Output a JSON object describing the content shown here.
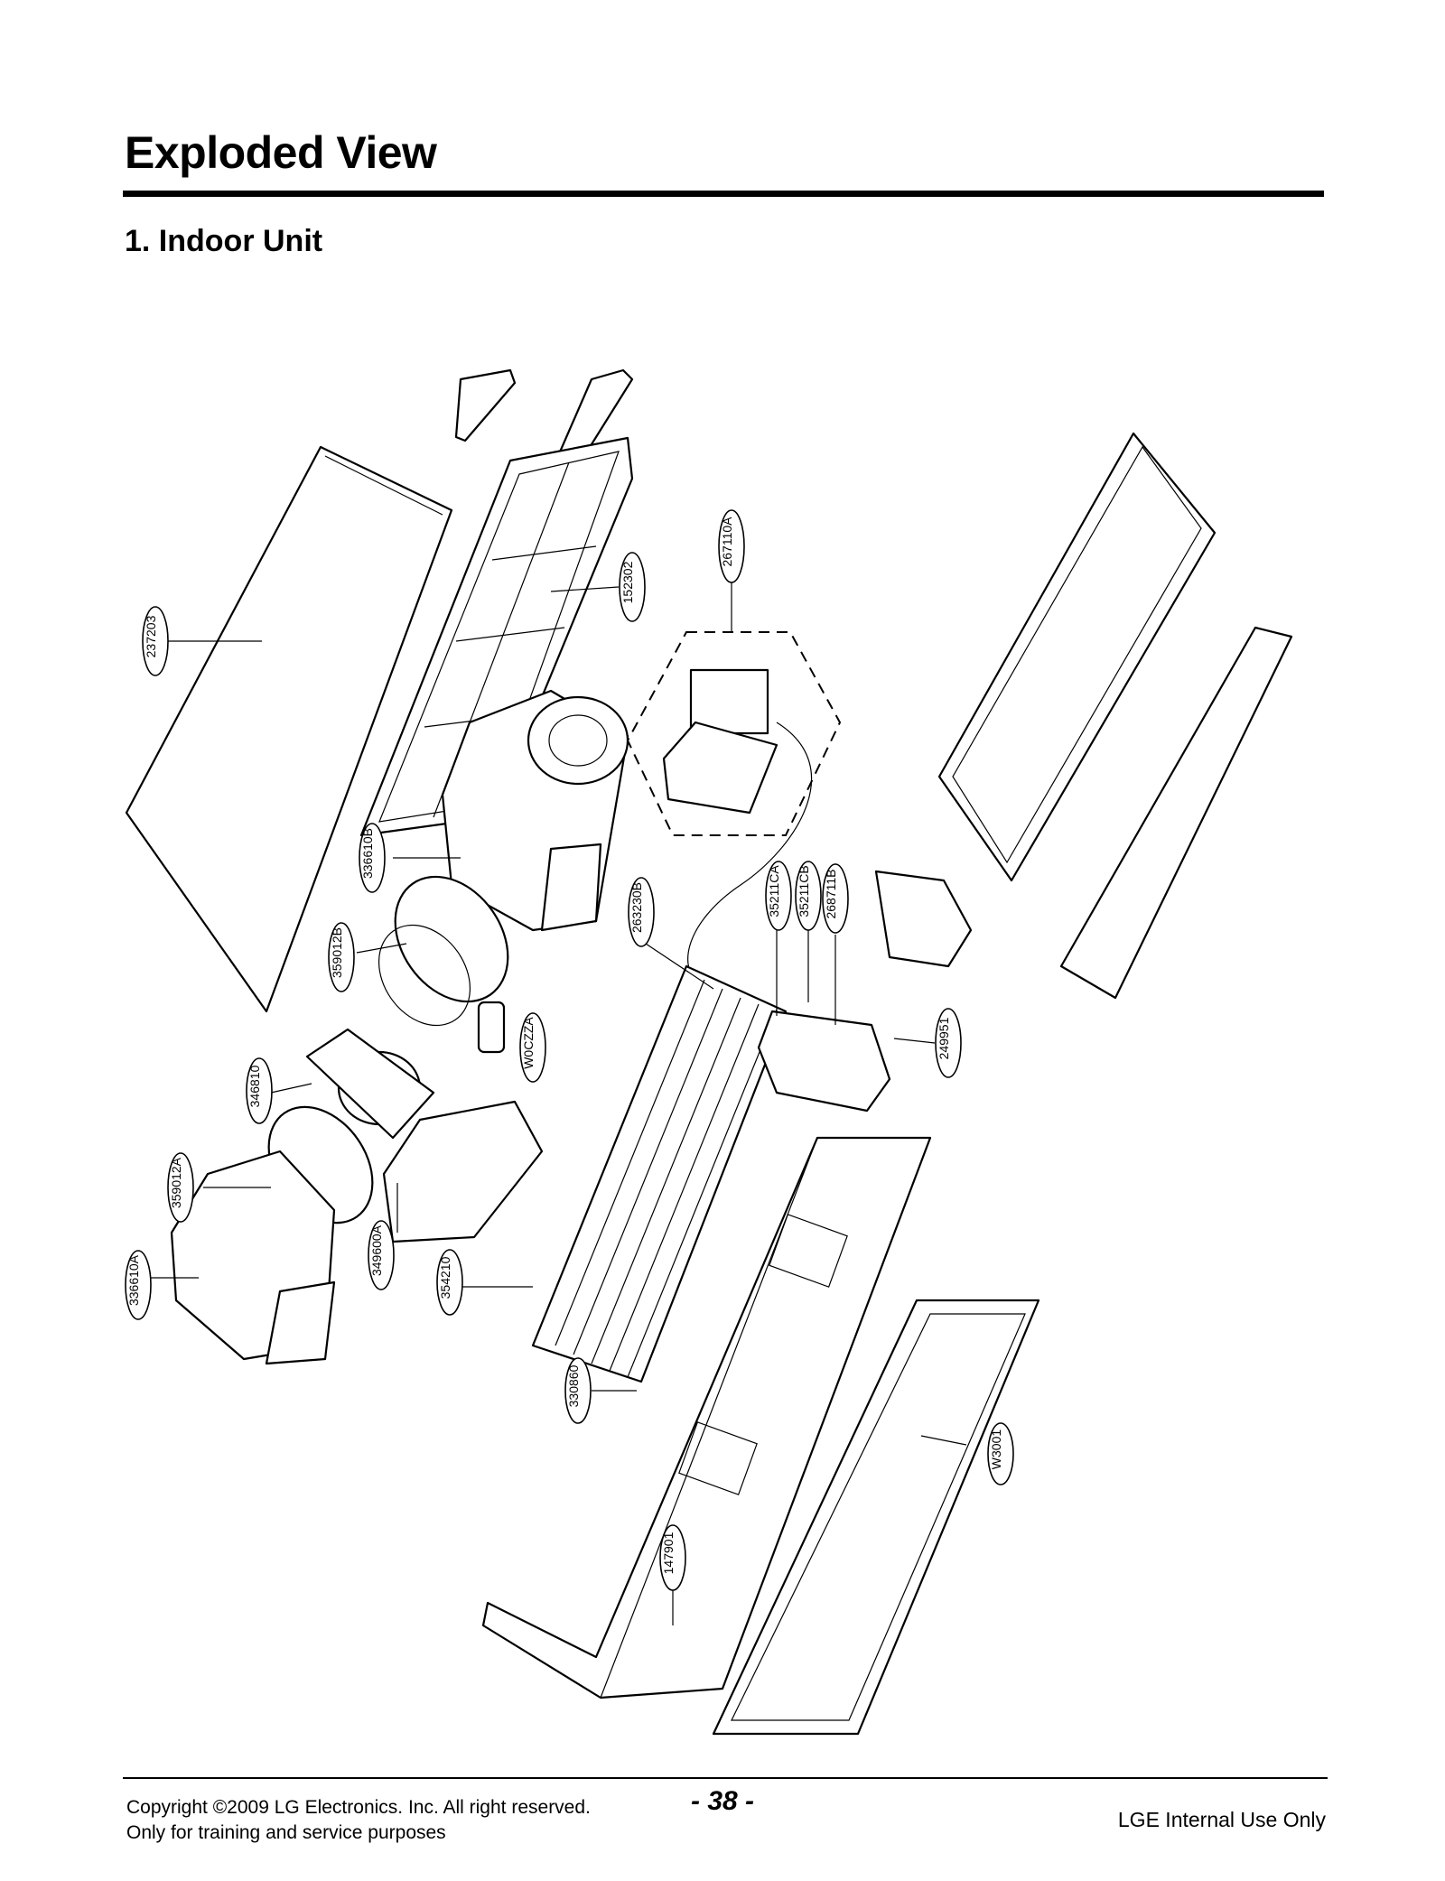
{
  "header": {
    "title": "Exploded View",
    "section": "1. Indoor Unit"
  },
  "parts": [
    {
      "code": "237203"
    },
    {
      "code": "152302"
    },
    {
      "code": "267110A"
    },
    {
      "code": "336610B"
    },
    {
      "code": "359012B"
    },
    {
      "code": "35211CA"
    },
    {
      "code": "35211CB"
    },
    {
      "code": "268711B"
    },
    {
      "code": "263230B"
    },
    {
      "code": "W0CZZA"
    },
    {
      "code": "346810"
    },
    {
      "code": "249951"
    },
    {
      "code": "359012A"
    },
    {
      "code": "336610A"
    },
    {
      "code": "349600A"
    },
    {
      "code": "354210"
    },
    {
      "code": "330860"
    },
    {
      "code": "W3001"
    },
    {
      "code": "147901"
    }
  ],
  "footer": {
    "copyright": "Copyright ©2009 LG Electronics. Inc. All right reserved.",
    "purpose": "Only for training and service purposes",
    "page_number": "- 38 -",
    "internal": "LGE Internal Use Only"
  }
}
